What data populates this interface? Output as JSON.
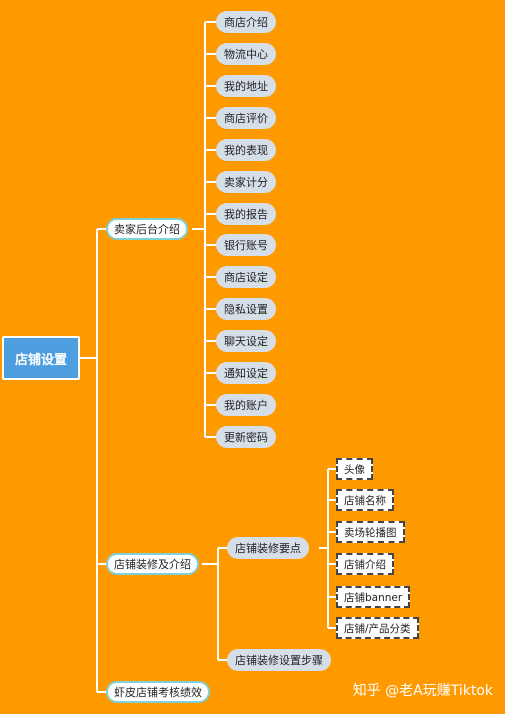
{
  "root": {
    "label": "店铺设置"
  },
  "branches": [
    {
      "label": "卖家后台介绍",
      "children": [
        "商店介绍",
        "物流中心",
        "我的地址",
        "商店评价",
        "我的表现",
        "卖家计分",
        "我的报告",
        "银行账号",
        "商店设定",
        "隐私设置",
        "聊天设定",
        "通知设定",
        "我的账户",
        "更新密码"
      ]
    },
    {
      "label": "店铺装修及介绍",
      "children": [
        {
          "label": "店铺装修要点",
          "children": [
            "头像",
            "店铺名称",
            "卖场轮播图",
            "店铺介绍",
            "店铺banner",
            "店铺/产品分类"
          ]
        },
        {
          "label": "店铺装修设置步骤",
          "children": []
        }
      ]
    },
    {
      "label": "虾皮店铺考核绩效",
      "children": []
    }
  ],
  "watermark": "知乎 @老A玩赚Tiktok",
  "colors": {
    "background": "#FF9900",
    "root_fill": "#4D9DE0",
    "branch_border": "#7FD0D8",
    "leaf_fill": "#D6DEE8",
    "connector": "#ffffff"
  }
}
